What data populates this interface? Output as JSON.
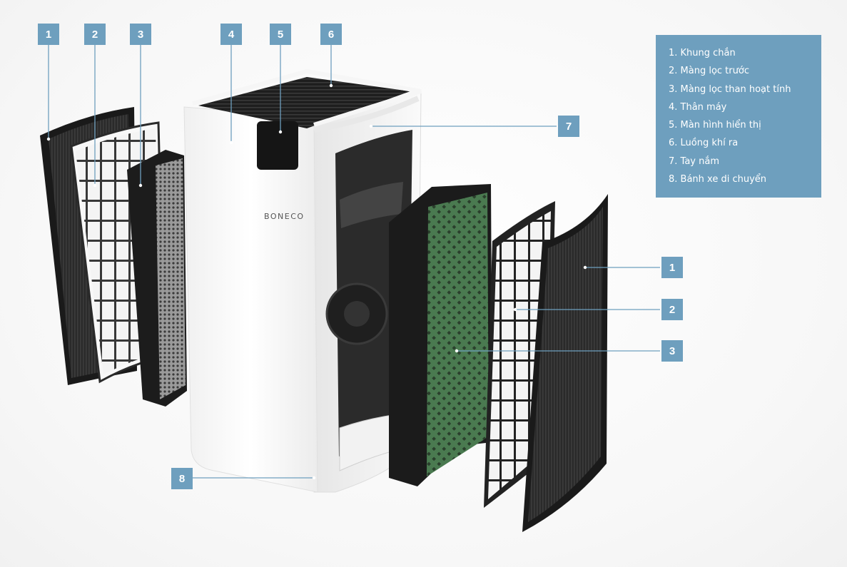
{
  "legend": {
    "items": [
      "1. Khung chắn",
      "2. Màng lọc trước",
      "3. Màng lọc than hoạt tính",
      "4. Thân máy",
      "5. Màn hình hiển thị",
      "6. Luồng khí ra",
      "7. Tay nắm",
      "8. Bánh xe di chuyển"
    ]
  },
  "tags": {
    "left_1": "1",
    "left_2": "2",
    "left_3": "3",
    "top_4": "4",
    "top_5": "5",
    "top_6": "6",
    "right_7": "7",
    "right_1": "1",
    "right_2": "2",
    "right_3": "3",
    "bottom_8": "8"
  },
  "brand": "BONECO",
  "colors": {
    "tag": "#6e9fbe",
    "leader_line": "#6e9fbe",
    "carbon_filter": "#3f6e45",
    "body": "#ffffff"
  }
}
